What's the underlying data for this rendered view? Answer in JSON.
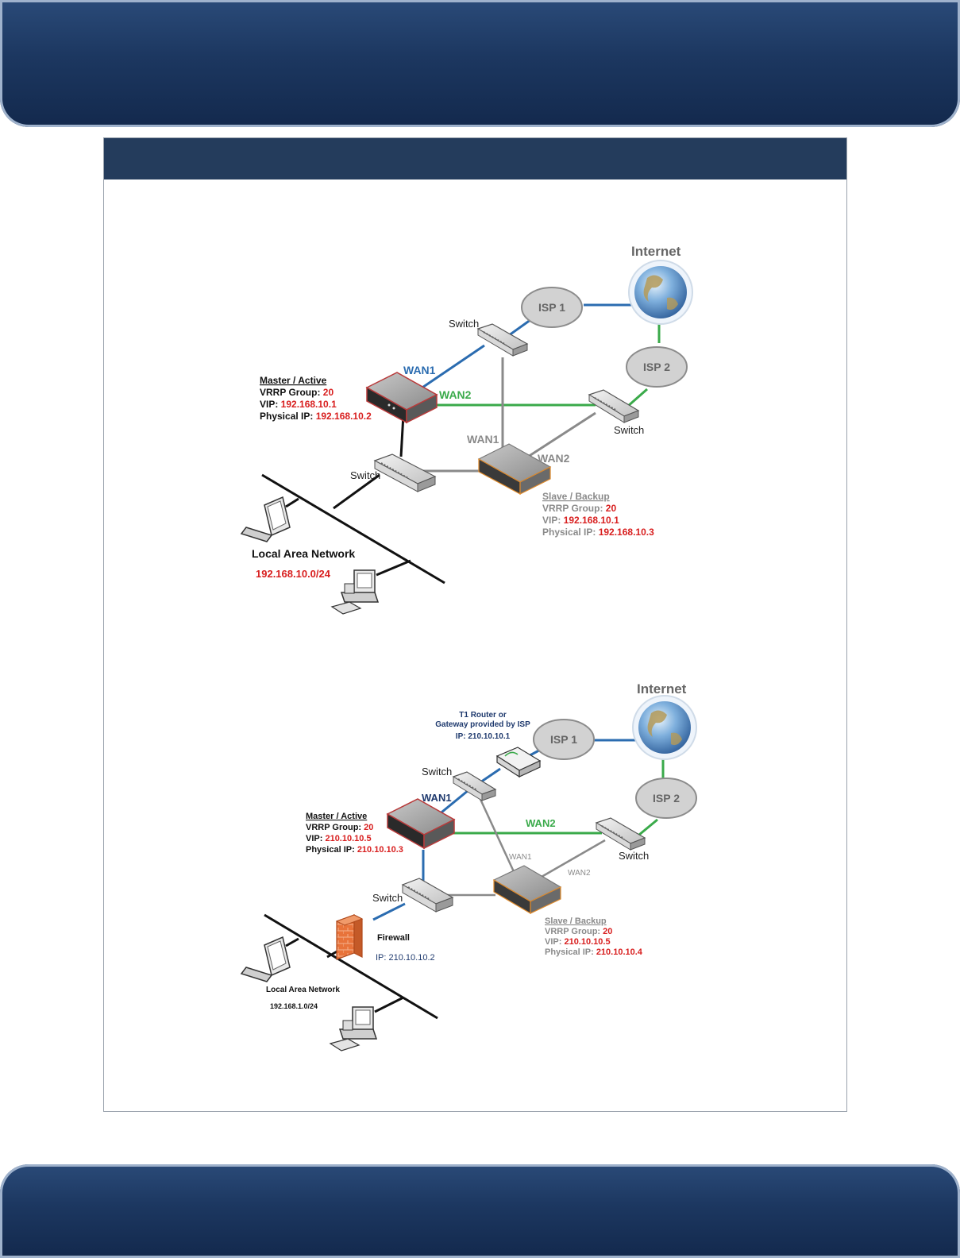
{
  "diagram1": {
    "internet_label": "Internet",
    "isp1_label": "ISP 1",
    "isp2_label": "ISP 2",
    "switch_labels": [
      "Switch",
      "Switch",
      "Switch"
    ],
    "master": {
      "title": "Master / Active",
      "vrrp_label": "VRRP Group: ",
      "vrrp_value": "20",
      "vip_label": "VIP: ",
      "vip_value": "192.168.10.1",
      "phys_label": "Physical IP: ",
      "phys_value": "192.168.10.2"
    },
    "slave": {
      "title": "Slave / Backup",
      "vrrp_label": "VRRP Group: ",
      "vrrp_value": "20",
      "vip_label": "VIP: ",
      "vip_value": "192.168.10.1",
      "phys_label": "Physical IP: ",
      "phys_value": "192.168.10.3"
    },
    "link_labels": {
      "master_wan1": "WAN1",
      "master_wan2": "WAN2",
      "slave_wan1": "WAN1",
      "slave_wan2": "WAN2"
    },
    "lan_label": "Local Area Network",
    "lan_subnet": "192.168.10.0/24"
  },
  "diagram2": {
    "internet_label": "Internet",
    "isp1_label": "ISP 1",
    "isp2_label": "ISP 2",
    "router_lines": [
      "T1 Router or",
      "Gateway provided by ISP",
      "IP: 210.10.10.1"
    ],
    "switch_labels": [
      "Switch",
      "Switch",
      "Switch"
    ],
    "master": {
      "title": "Master / Active",
      "vrrp_label": "VRRP Group: ",
      "vrrp_value": "20",
      "vip_label": "VIP: ",
      "vip_value": "210.10.10.5",
      "phys_label": "Physical IP: ",
      "phys_value": "210.10.10.3"
    },
    "slave": {
      "title": "Slave / Backup",
      "vrrp_label": "VRRP Group: ",
      "vrrp_value": "20",
      "vip_label": "VIP: ",
      "vip_value": "210.10.10.5",
      "phys_label": "Physical IP: ",
      "phys_value": "210.10.10.4"
    },
    "link_labels": {
      "master_wan1": "WAN1",
      "master_wan2": "WAN2",
      "slave_wan1": "WAN1",
      "slave_wan2": "WAN2"
    },
    "firewall_label": "Firewall",
    "firewall_ip": "IP: 210.10.10.2",
    "lan_label": "Local Area Network",
    "lan_subnet": "192.168.1.0/24"
  },
  "colors": {
    "banner": "#1c3760",
    "panel_header": "#243c5c",
    "wan1_link": "#2b6cb0",
    "wan2_link": "#3aaa4a",
    "backup_link": "#8a8a8a",
    "lan_link": "#111111",
    "highlight_red": "#d81e1e",
    "navy_text": "#1f3a6e"
  }
}
